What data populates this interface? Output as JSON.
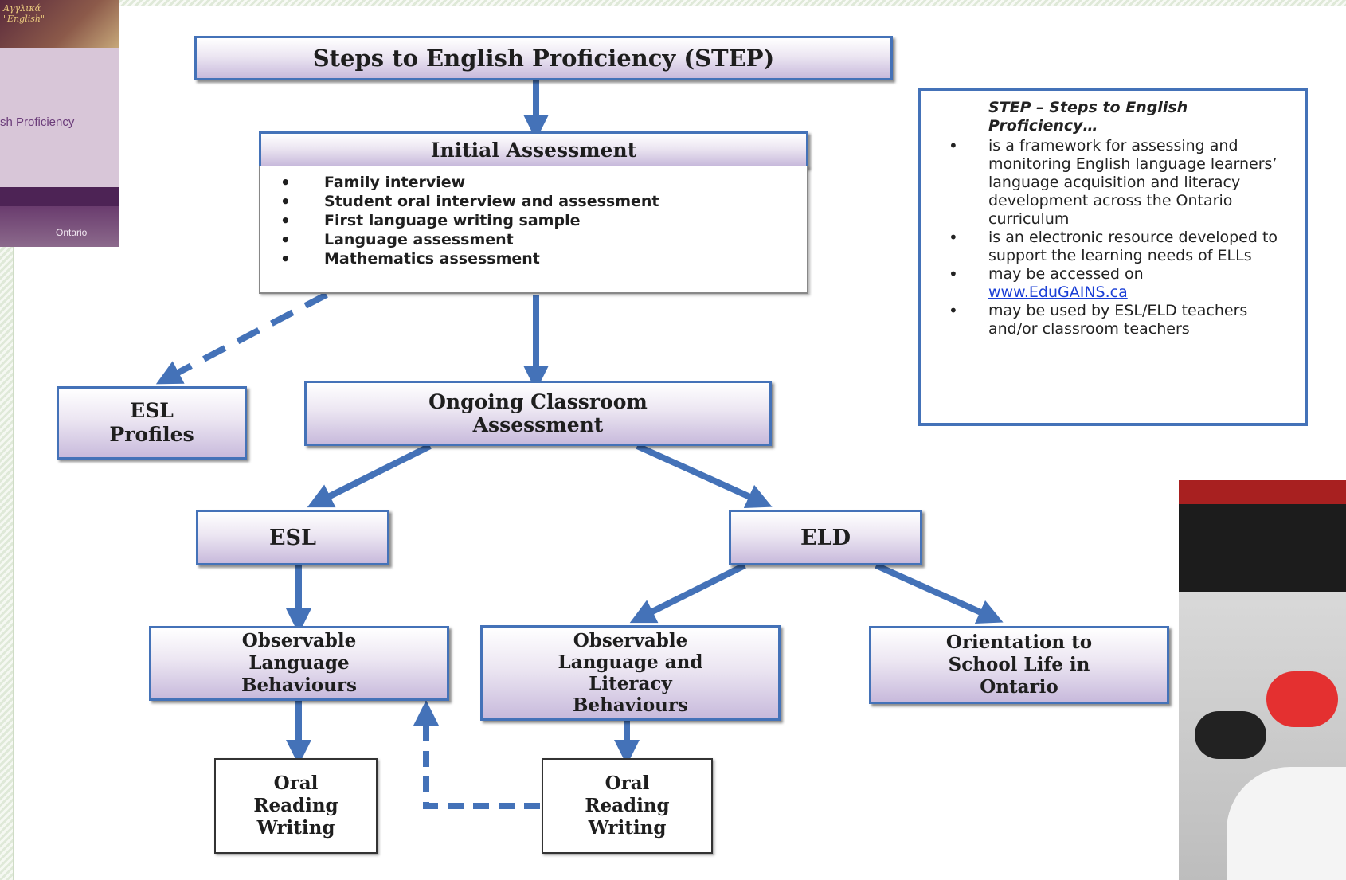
{
  "thumbnail": {
    "top_text": "Αγγλικά\n\"English\"",
    "mid_text": "sh Proficiency",
    "logo_text": "Ontario"
  },
  "diagram": {
    "title": "Steps to English Proficiency (STEP)",
    "initial_assessment": {
      "heading": "Initial Assessment",
      "items": [
        "Family interview",
        "Student oral interview and assessment",
        "First language writing sample",
        "Language assessment",
        "Mathematics assessment"
      ]
    },
    "esl_profiles": "ESL\nProfiles",
    "ongoing": "Ongoing Classroom\nAssessment",
    "esl": "ESL",
    "eld": "ELD",
    "obs_language": "Observable\nLanguage\nBehaviours",
    "obs_literacy": "Observable\nLanguage and\nLiteracy\nBehaviours",
    "orientation": "Orientation to\nSchool Life in\nOntario",
    "oral_left": "Oral\nReading\nWriting",
    "oral_right": "Oral\nReading\nWriting",
    "colors": {
      "border": "#4472b8",
      "arrow": "#4472b8"
    }
  },
  "info_box": {
    "heading": "STEP – Steps to English Proficiency…",
    "bullets": [
      "is a framework for assessing and monitoring English language learners’ language acquisition and literacy development across the Ontario curriculum",
      "is an electronic resource developed to support the learning needs of ELLs",
      "may be accessed on",
      "may be used by ESL/ELD teachers and/or classroom teachers"
    ],
    "link": "www.EduGAINS.ca"
  }
}
